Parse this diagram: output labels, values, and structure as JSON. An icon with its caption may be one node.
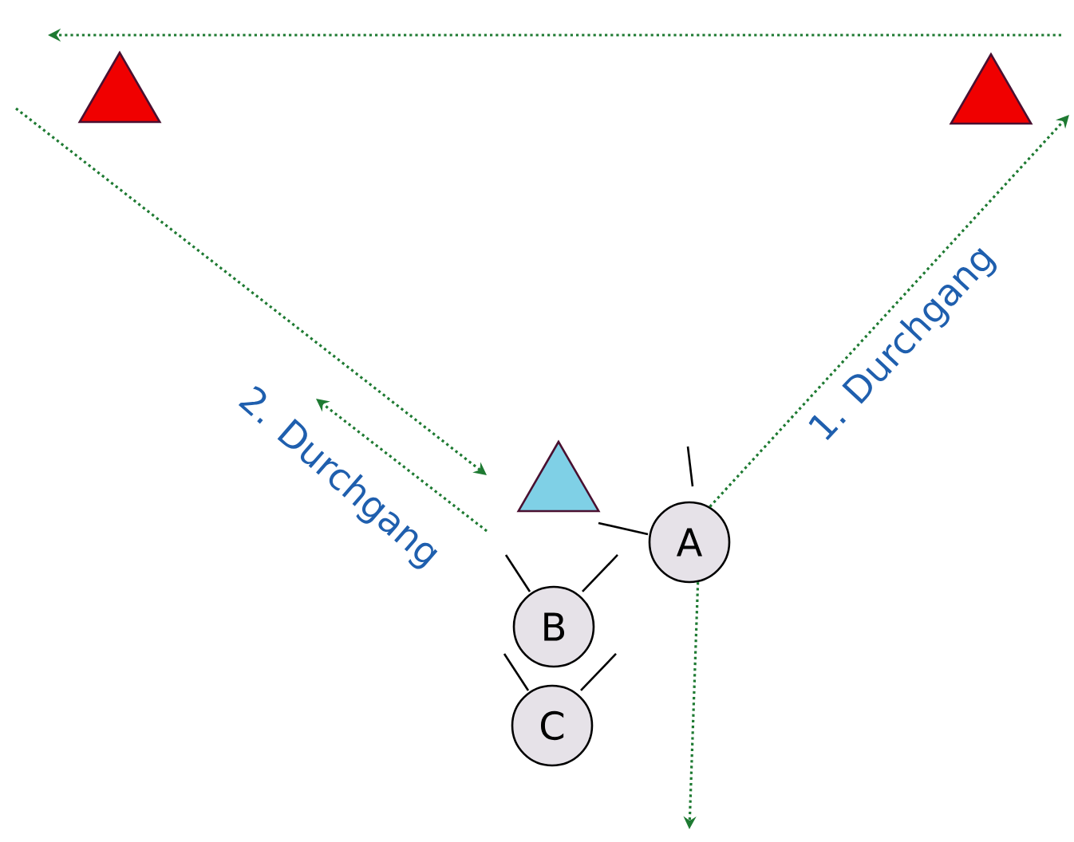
{
  "diagram": {
    "nodes": [
      {
        "text": [],
        "shape": "triangle"
      },
      {
        "text": [],
        "shape": "triangle"
      },
      {
        "text": [],
        "shape": "triangle"
      },
      {
        "text": [
          "A"
        ]
      },
      {
        "text": [
          "B"
        ]
      },
      {
        "text": [
          "C"
        ]
      }
    ],
    "edges": [
      {
        "from": 3,
        "to": null,
        "arrow": "to"
      },
      {
        "from": 3,
        "to": null,
        "arrow": "to"
      }
    ],
    "labels": [
      "1. Durchgang",
      "2. Durchgang"
    ]
  }
}
